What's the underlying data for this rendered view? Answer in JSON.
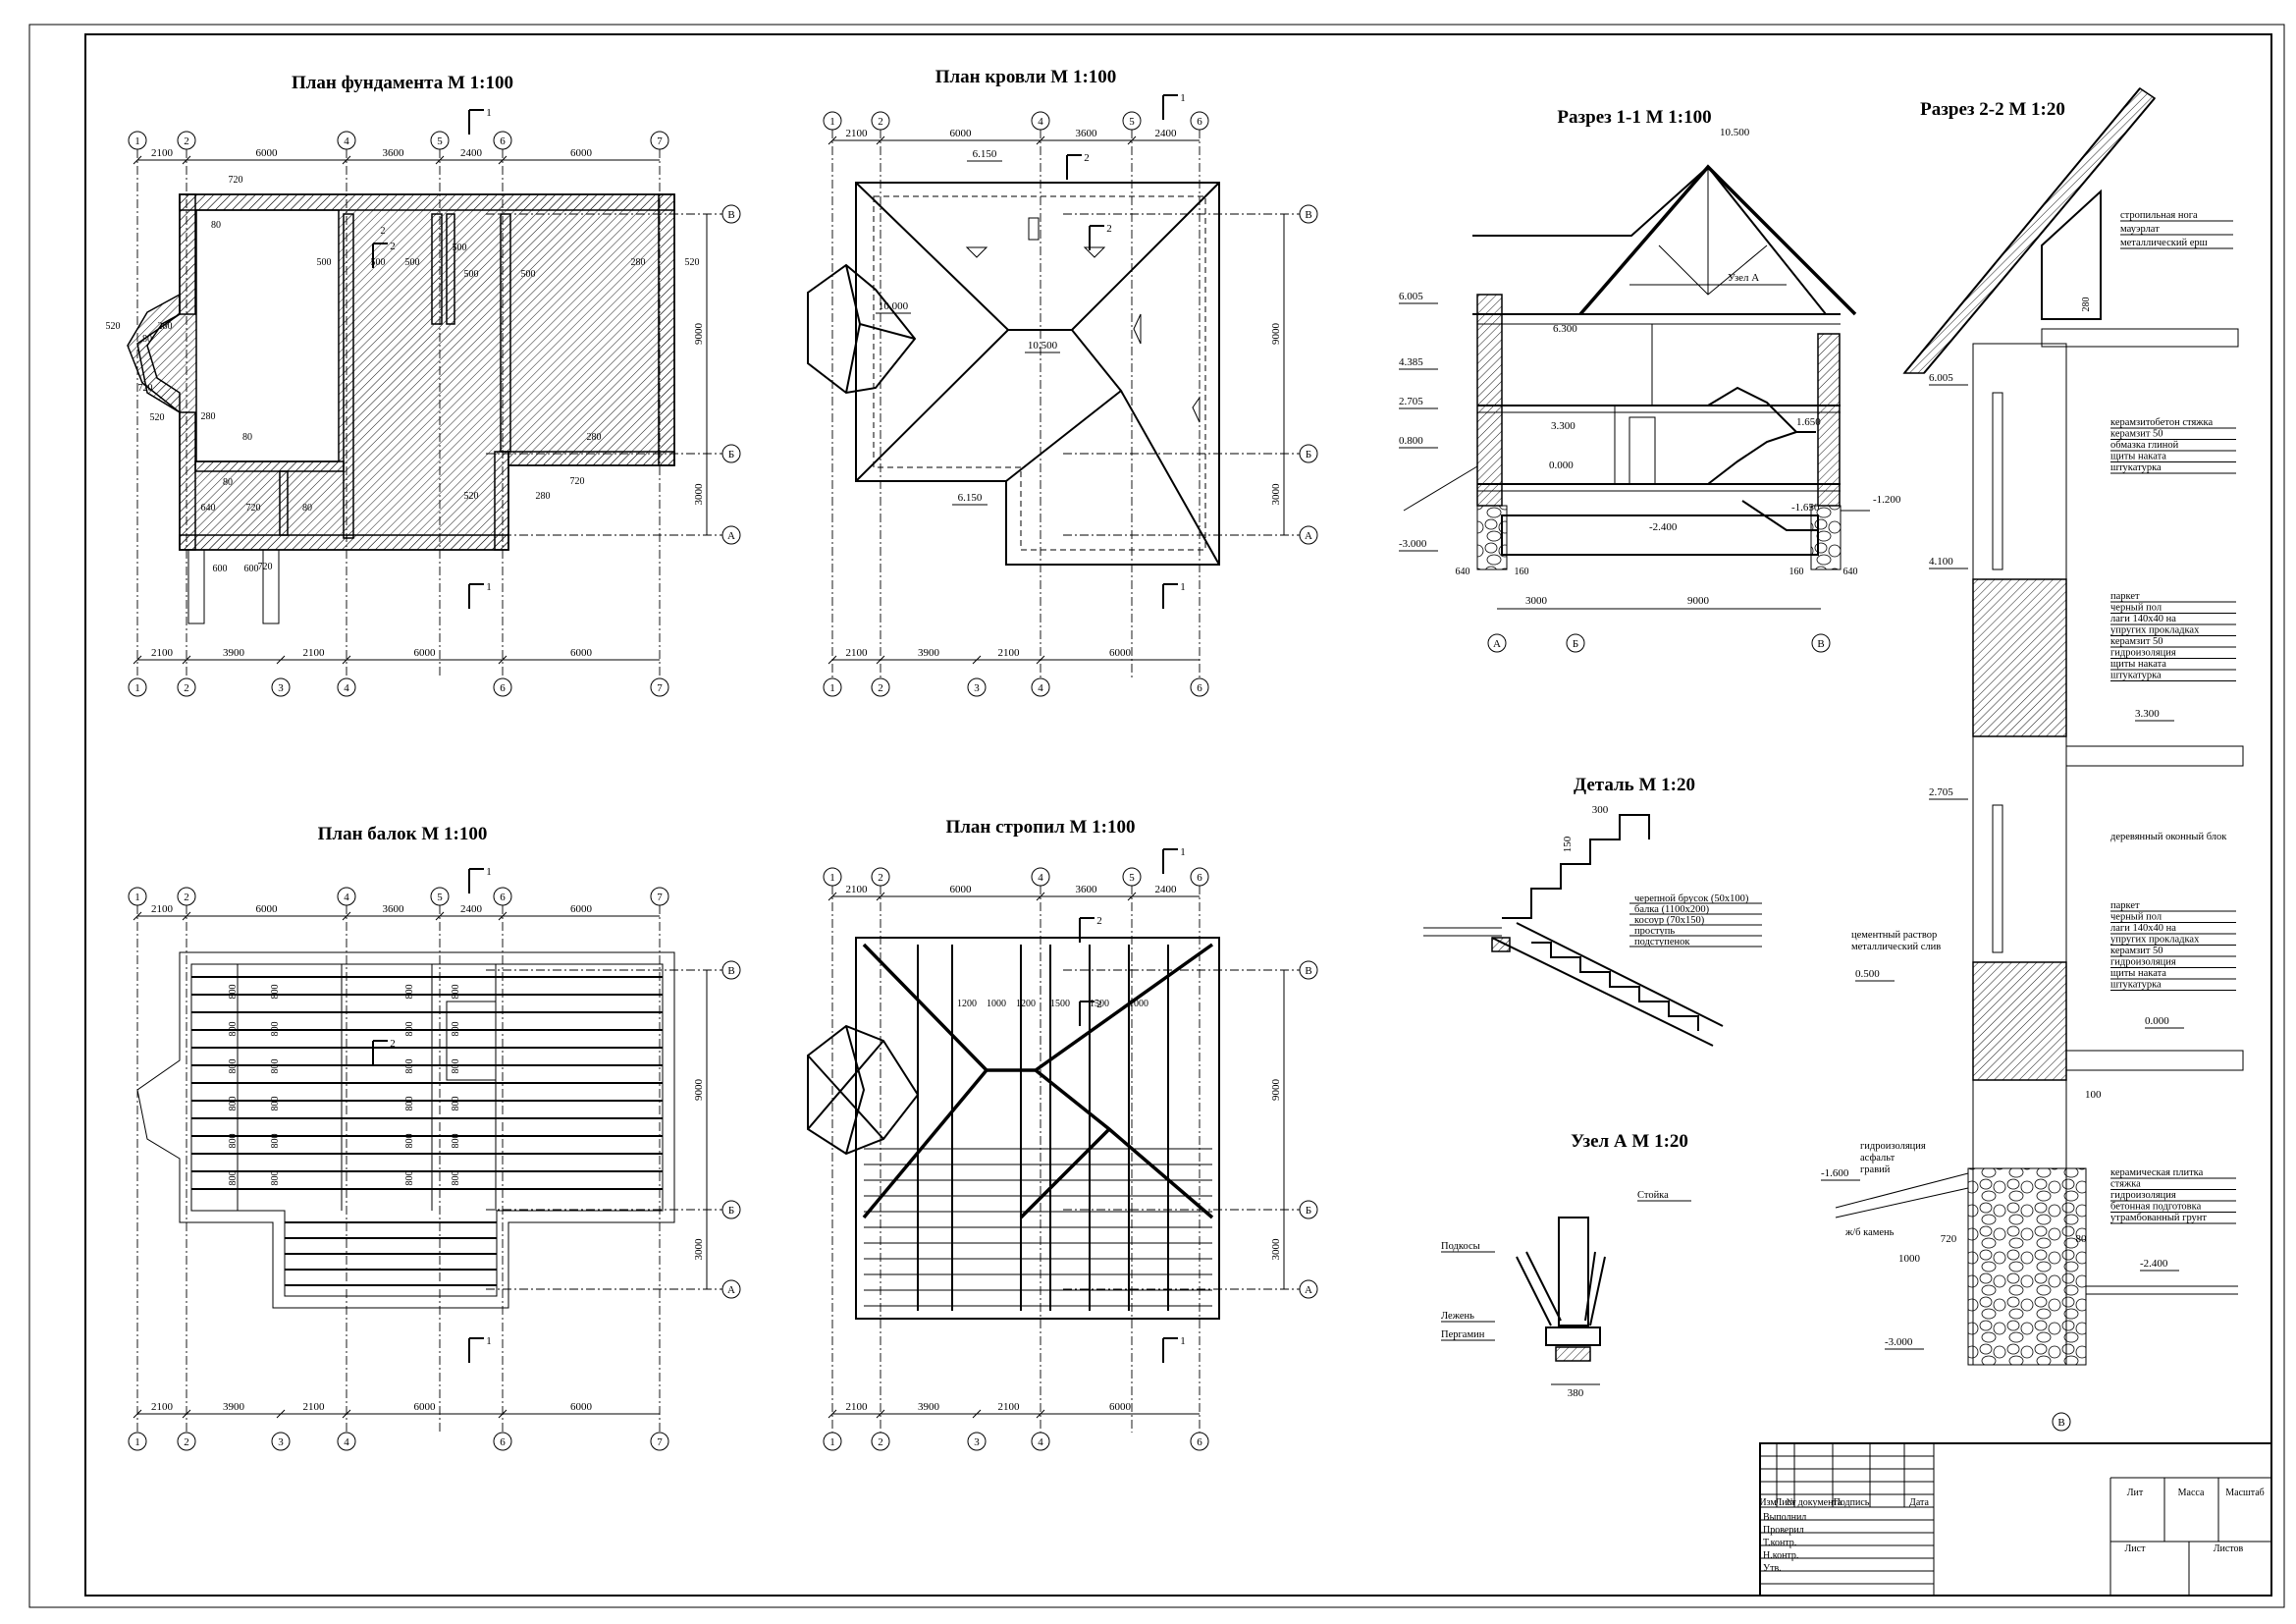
{
  "titles": {
    "foundation": "План фундамента М 1:100",
    "roof": "План кровли М 1:100",
    "beams": "План балок М 1:100",
    "rafters": "План стропил М 1:100",
    "section11": "Разрез 1-1 М 1:100",
    "section22": "Разрез 2-2 М 1:20",
    "detail": "Деталь М 1:20",
    "nodeA": "Узел А  М 1:20"
  },
  "axes": {
    "top_foundation": [
      "1",
      "2",
      "4",
      "5",
      "6",
      "7"
    ],
    "bottom_foundation": [
      "1",
      "2",
      "3",
      "4",
      "6",
      "7"
    ],
    "top_roof": [
      "1",
      "2",
      "4",
      "5",
      "6"
    ],
    "bottom_roof": [
      "1",
      "2",
      "3",
      "4",
      "6"
    ],
    "rows": [
      "В",
      "Б",
      "А"
    ],
    "section_bottom": [
      "А",
      "Б",
      "В"
    ],
    "section22_bottom": "В"
  },
  "dims": {
    "top_foundation": [
      "2100",
      "6000",
      "3600",
      "2400",
      "6000"
    ],
    "bottom_foundation": [
      "2100",
      "3900",
      "2100",
      "6000",
      "6000"
    ],
    "top_roof": [
      "2100",
      "6000",
      "3600",
      "2400"
    ],
    "bottom_roof": [
      "2100",
      "3900",
      "2100",
      "6000"
    ],
    "vertical": [
      "9000",
      "3000"
    ],
    "section_bottom": [
      "3000",
      "9000"
    ],
    "section_sides": [
      "640",
      "160",
      "160",
      "640"
    ]
  },
  "foundation_labels": [
    "720",
    "80",
    "500",
    "500",
    "500",
    "500",
    "500",
    "500",
    "280",
    "520",
    "520",
    "280",
    "80",
    "720",
    "520",
    "280",
    "80",
    "280",
    "80",
    "720",
    "520",
    "280",
    "640",
    "720",
    "80",
    "720",
    "600",
    "600",
    "2"
  ],
  "cut_marks": [
    "1",
    "2"
  ],
  "roof_marks": [
    "6.150",
    "10.000",
    "10.500",
    "6.150"
  ],
  "section11": {
    "elev_left": [
      "6.005",
      "4.385",
      "2.705",
      "0.800",
      "-3.000"
    ],
    "elev_right": [
      "-1.200"
    ],
    "elev_in": [
      "10.500",
      "6.300",
      "3.300",
      "0.000",
      "-2.400",
      "1.650",
      "-1.650"
    ],
    "node": "Узел А"
  },
  "rafter_dims": [
    "1200",
    "1000",
    "1200",
    "1500",
    "1500",
    "1000"
  ],
  "beam_labels": [
    "800",
    "800",
    "800",
    "800",
    "800",
    "800",
    "800",
    "800",
    "800"
  ],
  "detail": {
    "dims": [
      "300",
      "150"
    ],
    "labels": [
      "черепной брусок (50x100)",
      "балка (1100x200)",
      "косоур (70x150)",
      "проступь",
      "подступенок"
    ]
  },
  "nodeA": {
    "labels": [
      "Стойка",
      "Подкосы",
      "Лежень",
      "Пергамин"
    ],
    "dim": "380"
  },
  "section22": {
    "top_labels": [
      "стропильная нога",
      "мауэрлат",
      "металлический ерш"
    ],
    "dim_280": "280",
    "elevs": [
      "6.005",
      "4.100",
      "3.300",
      "2.705",
      "0.500",
      "0.000",
      "-1.600",
      "-2.400",
      "-3.000"
    ],
    "layers_1": [
      "керамзитобетон стяжка",
      "керамзит 50",
      "обмазка глиной",
      "щиты наката",
      "штукатурка"
    ],
    "layers_2": [
      "паркет",
      "черный пол",
      "лаги 140х40 на",
      "упругих прокладках",
      "керамзит 50",
      "гидроизоляция",
      "щиты наката",
      "штукатурка"
    ],
    "window": "деревянный оконный блок",
    "layers_3": [
      "паркет",
      "черный пол",
      "лаги 140х40 на",
      "упругих прокладках",
      "керамзит 50",
      "гидроизоляция",
      "щиты наката",
      "штукатурка"
    ],
    "cement": [
      "цементный раствор",
      "металлический слив"
    ],
    "d100": "100",
    "ground": [
      "гидроизоляция",
      "асфальт",
      "гравий"
    ],
    "butstone": "ж/б камень",
    "d720": "720",
    "d80": "80",
    "d1000": "1000",
    "floor_layers": [
      "керамическая плитка",
      "стяжка",
      "гидроизоляция",
      "бетонная подготовка",
      "утрамбованный грунт"
    ]
  },
  "stamp": {
    "cols": [
      "Изм",
      "Лист",
      "№ документа",
      "Подпись",
      "Дата"
    ],
    "rows": [
      "Выполнил",
      "Проверил",
      "Т.контр.",
      "Н.контр.",
      "Утв."
    ],
    "right": [
      "Лит",
      "Масса",
      "Масштаб",
      "Лист",
      "Листов"
    ]
  }
}
